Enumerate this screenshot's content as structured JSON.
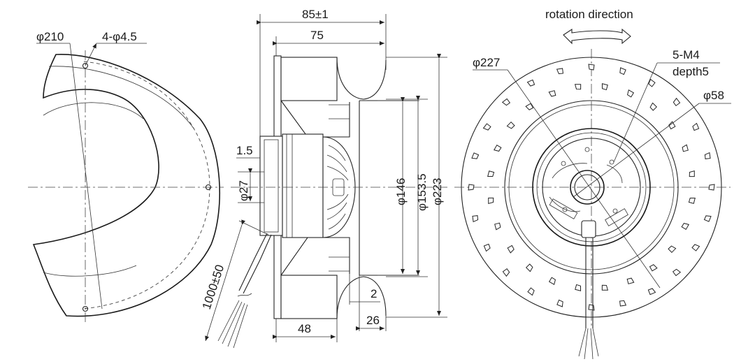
{
  "left_view": {
    "outer_diameter": "φ210",
    "holes": "4-φ4.5"
  },
  "side_view": {
    "overall_length": "85±1",
    "body_length": "75",
    "shaft_offset": "1.5",
    "hub_diameter": "φ27",
    "cable_length": "1000±50",
    "inlet_length": "48",
    "outlet_gap": "2",
    "outlet_length": "26",
    "diam_inner": "φ146",
    "diam_mid": "φ153.5",
    "diam_outer": "φ223"
  },
  "front_view": {
    "rotation_label": "rotation direction",
    "impeller_diameter": "φ227",
    "thread": "5-M4",
    "depth": "depth5",
    "hub_diameter": "φ58"
  }
}
